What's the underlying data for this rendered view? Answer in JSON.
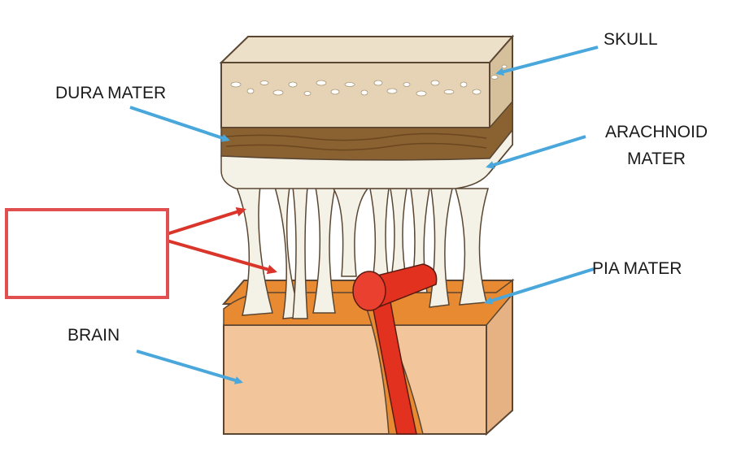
{
  "labels": {
    "skull": "SKULL",
    "dura_mater": "DURA MATER",
    "arachnoid_line1": "ARACHNOID",
    "arachnoid_line2": "MATER",
    "pia_mater": "PIA MATER",
    "brain": "BRAIN"
  },
  "answer_box": {
    "text": ""
  },
  "colors": {
    "skull_top": "#ede0c9",
    "skull_front": "#e6d3b5",
    "skull_side": "#d6c09c",
    "dura": "#8a6130",
    "arachnoid": "#f4f2e6",
    "pia": "#e88a32",
    "brain_front": "#f2c59a",
    "brain_side": "#e7b283",
    "vessel": "#e3311f",
    "label_arrow": "#4aa7dc",
    "red_arrow": "#d9352a",
    "answer_box_border": "#e05050"
  }
}
